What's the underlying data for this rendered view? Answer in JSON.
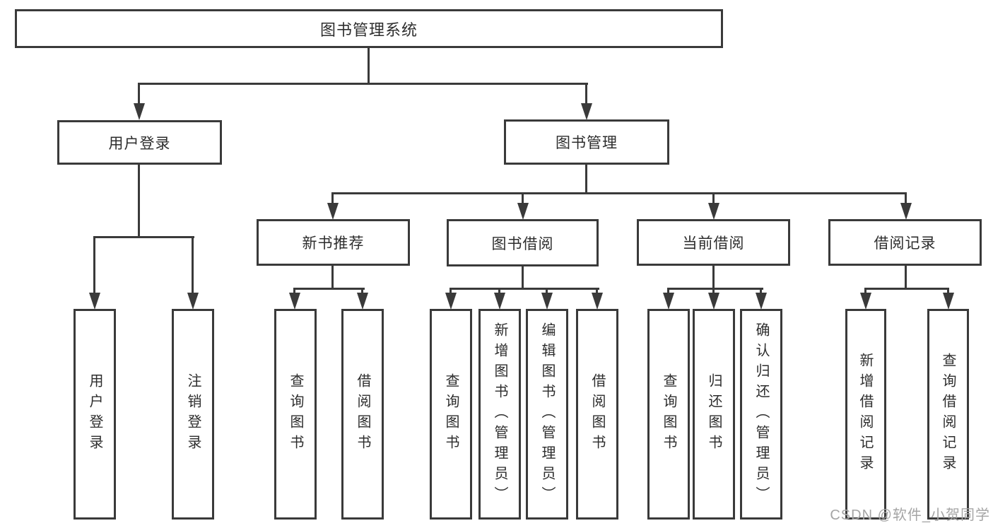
{
  "colors": {
    "line": "#3a3a3a",
    "text": "#2d2d2d",
    "background": "#ffffff",
    "watermark": "#a5a5a5"
  },
  "watermark": {
    "text": "CSDN @软件_小贺同学"
  },
  "tree": {
    "label": "图书管理系统",
    "children": [
      {
        "label": "用户登录",
        "children": [
          {
            "label": "用户登录"
          },
          {
            "label": "注销登录"
          }
        ]
      },
      {
        "label": "图书管理",
        "children": [
          {
            "label": "新书推荐",
            "children": [
              {
                "label": "查询图书"
              },
              {
                "label": "借阅图书"
              }
            ]
          },
          {
            "label": "图书借阅",
            "children": [
              {
                "label": "查询图书"
              },
              {
                "label": "新增图书（管理员）"
              },
              {
                "label": "编辑图书（管理员）"
              },
              {
                "label": "借阅图书"
              }
            ]
          },
          {
            "label": "当前借阅",
            "children": [
              {
                "label": "查询图书"
              },
              {
                "label": "归还图书"
              },
              {
                "label": "确认归还（管理员）"
              }
            ]
          },
          {
            "label": "借阅记录",
            "children": [
              {
                "label": "新增借阅记录"
              },
              {
                "label": "查询借阅记录"
              }
            ]
          }
        ]
      }
    ]
  }
}
